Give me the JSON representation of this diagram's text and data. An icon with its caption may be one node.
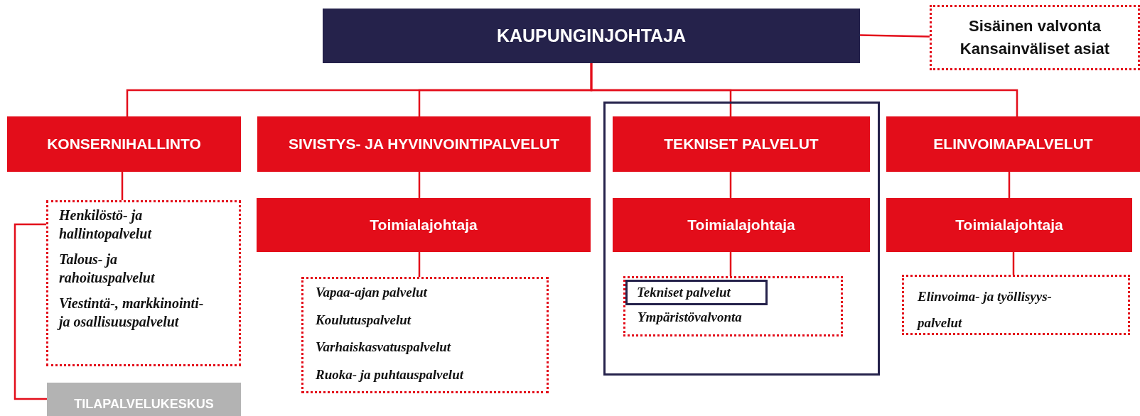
{
  "diagram": {
    "nodes": [
      {
        "text": [
          "KAUPUNGINJOHTAJA"
        ]
      },
      {
        "text": [
          "Sisäinen valvonta",
          "Kansainväliset asiat"
        ]
      },
      {
        "text": [
          "KONSERNIHALLINTO"
        ]
      },
      {
        "text": [
          "SIVISTYS- JA HYVINVOINTIPALVELUT"
        ]
      },
      {
        "text": [],
        "shape": "box"
      },
      {
        "text": [
          "TEKNISET PALVELUT"
        ],
        "in": 4
      },
      {
        "text": [
          "ELINVOIMAPALVELUT"
        ]
      },
      {
        "text": [
          "Toimialajohtaja"
        ]
      },
      {
        "text": [
          "Toimialajohtaja"
        ],
        "in": 4
      },
      {
        "text": [
          "Toimialajohtaja"
        ]
      },
      {
        "text": [
          "Henkilöstö- ja hallintopalvelut",
          "Talous- ja rahoituspalvelut",
          "Viestintä-, markkinointi- ja osallisuuspalvelut"
        ]
      },
      {
        "text": [
          "Vapaa-ajan palvelut",
          "Koulutuspalvelut",
          "Varhaiskasvatuspalvelut",
          "Ruoka- ja puhtauspalvelut"
        ]
      },
      {
        "text": [
          "Ympäristövalvonta"
        ],
        "in": 4
      },
      {
        "text": [
          "Tekniset palvelut"
        ],
        "in": 12
      },
      {
        "text": [
          "Elinvoima- ja työllisyys- palvelut"
        ]
      },
      {
        "text": [
          "TILAPALVELUKESKUS"
        ]
      }
    ],
    "edges": [
      {
        "from": 0,
        "to": 1,
        "arrow": "none"
      },
      {
        "from": 0,
        "to": 2,
        "arrow": "none"
      },
      {
        "from": 0,
        "to": 3,
        "arrow": "none"
      },
      {
        "from": 0,
        "to": 5,
        "arrow": "none"
      },
      {
        "from": 0,
        "to": 6,
        "arrow": "none"
      },
      {
        "from": 2,
        "to": 10,
        "arrow": "none"
      },
      {
        "from": 3,
        "to": 7,
        "arrow": "none"
      },
      {
        "from": 7,
        "to": 11,
        "arrow": "none"
      },
      {
        "from": 5,
        "to": 8,
        "arrow": "none"
      },
      {
        "from": 8,
        "to": 12,
        "arrow": "none"
      },
      {
        "from": 6,
        "to": 9,
        "arrow": "none"
      },
      {
        "from": 9,
        "to": 14,
        "arrow": "none"
      },
      {
        "from": 10,
        "to": 15,
        "arrow": "none"
      }
    ]
  }
}
